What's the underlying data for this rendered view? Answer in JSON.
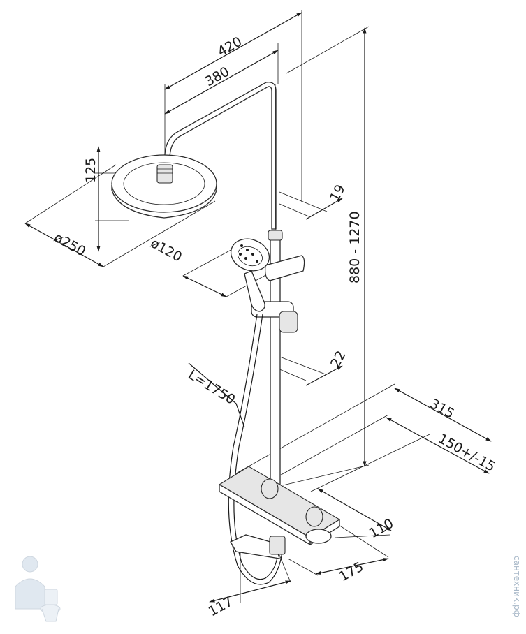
{
  "dimensions": {
    "width_total": "420",
    "arm_length": "380",
    "head_height": "125",
    "head_diameter": "ø250",
    "hand_shower_diameter": "ø120",
    "rail_offset_top": "19",
    "rail_offset_bottom": "22",
    "height_range": "880 - 1270",
    "hose_length": "L=1750",
    "depth_total": "315",
    "wall_distance": "150+/-15",
    "mixer_depth": "110",
    "outlet_width": "175",
    "spout_projection": "117"
  },
  "watermark": {
    "text": "сантехник.рф"
  },
  "colors": {
    "line": "#1a1a1a",
    "fill_light": "#e6e6e6",
    "watermark": "#a8b8c8"
  }
}
